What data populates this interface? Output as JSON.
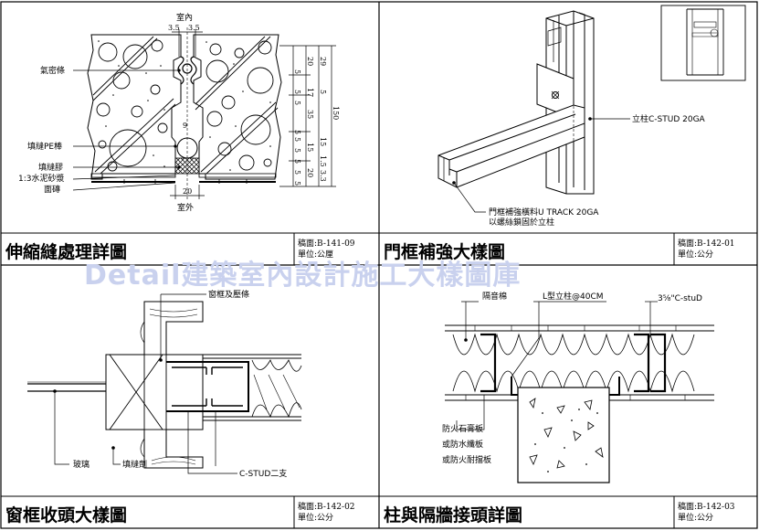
{
  "watermark": "Detail建築室內設計施工大樣圖庫",
  "panels": [
    {
      "title": "伸縮縫處理詳圖",
      "drawing_no": "稿面:B-141-09",
      "unit": "單位:公厘",
      "labels": {
        "inside": "室內",
        "outside": "室外",
        "airtight": "氣密條",
        "pe_rod": "填縫PE棒",
        "sealant": "填縫膠",
        "mortar": "1:3水泥砂漿",
        "face_brick": "面磚"
      },
      "dims": {
        "top_left": "3.5",
        "top_right": "3.5",
        "mid_label": "9",
        "bottom": "20",
        "col_a": [
          "5",
          "5",
          "5",
          "5",
          "5",
          "5",
          "5",
          "5",
          "5"
        ],
        "col_b": [
          "20",
          "17",
          "35",
          "15",
          "20"
        ],
        "col_c": [
          "29",
          "5",
          "15",
          "1.5",
          "3.3"
        ],
        "overall": "150"
      }
    },
    {
      "title": "門框補強大樣圖",
      "drawing_no": "稿面:B-142-01",
      "unit": "單位:公分",
      "labels": {
        "stud": "立柱C-STUD 20GA",
        "track_line1": "門框補強橫料U TRACK 20GA",
        "track_line2": "以螺絲鎖固於立柱"
      }
    },
    {
      "title": "窗框收頭大樣圖",
      "drawing_no": "稿面:B-142-02",
      "unit": "單位:公分",
      "labels": {
        "frame": "窗框及壓條",
        "glass": "玻璃",
        "sealant": "填縫劑",
        "cstud": "C-STUD二支"
      }
    },
    {
      "title": "柱與隔牆接頭詳圖",
      "drawing_no": "稿面:B-142-03",
      "unit": "單位:公分",
      "labels": {
        "insulation": "隔音棉",
        "l_stud": "L型立柱@40CM",
        "c_stud": "3⅝\"C-stuD",
        "board1": "防火石膏板",
        "board2": "或防水纖板",
        "board3": "或防火耐擋板"
      }
    }
  ]
}
